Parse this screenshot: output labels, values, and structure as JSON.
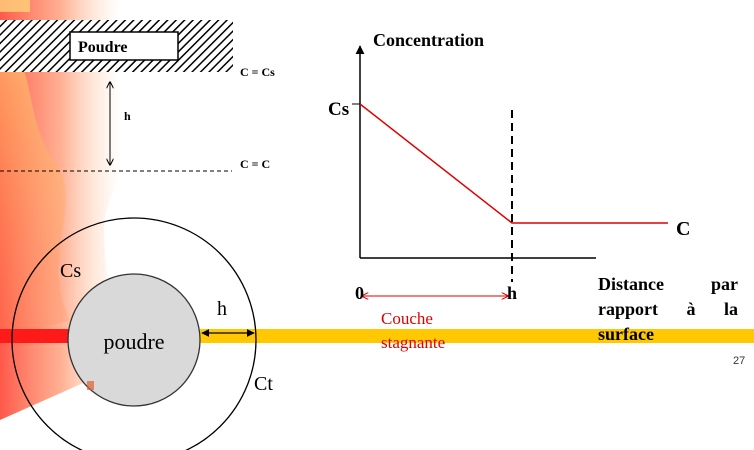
{
  "powder_box": {
    "label": "Poudre"
  },
  "left_diagram": {
    "surface_label": "C = Cs",
    "bulk_label": "C = C",
    "thickness_label": "h"
  },
  "circle_diagram": {
    "particle_label": "poudre",
    "inner_label": "Cs",
    "outer_label": "Ct",
    "thickness_label": "h"
  },
  "graph": {
    "y_axis_label": "Concentration",
    "x_axis_label_words": [
      [
        "Distance",
        "par"
      ],
      [
        "rapport",
        "à",
        "la"
      ],
      [
        "surface"
      ]
    ],
    "y_tick_label": "Cs",
    "x_tick_origin": "0",
    "x_tick_h": "h",
    "bulk_label": "C",
    "layer_label_lines": [
      "Couche",
      "stagnante"
    ]
  },
  "chart_data": {
    "type": "line",
    "title": "",
    "xlabel": "Distance par rapport à la surface",
    "ylabel": "Concentration",
    "x_ticks": [
      "0",
      "h"
    ],
    "y_ticks": [
      "Cs"
    ],
    "series": [
      {
        "x": [
          "0",
          "h",
          "beyond"
        ],
        "y": [
          "Cs",
          "C",
          "C"
        ]
      }
    ],
    "annotations": [
      "C",
      "Couche stagnante"
    ]
  },
  "page_number": "27",
  "colors": {
    "line": "#e00000",
    "band_yellow": "#ffc800",
    "band_red": "#ff1a1a",
    "particle_fill": "#d9d9d9",
    "flame": "#ff6a3d"
  }
}
